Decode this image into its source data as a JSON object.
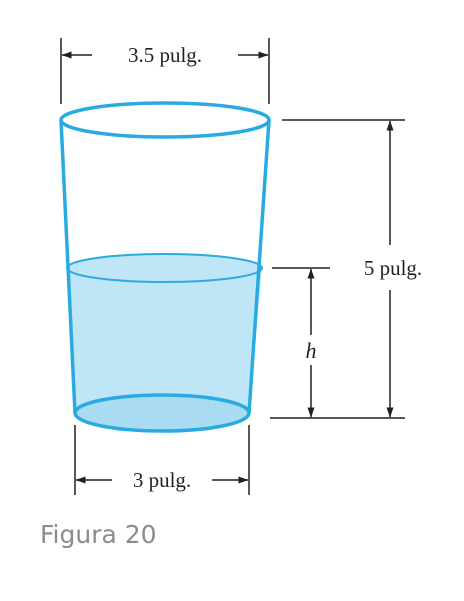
{
  "diagram": {
    "top_diameter_label": "3.5 pulg.",
    "bottom_diameter_label": "3 pulg.",
    "height_label": "5 pulg.",
    "water_height_label": "h",
    "colors": {
      "glass_outline": "#29abe2",
      "water_fill": "#bfe6f7",
      "dimension_lines": "#231f20"
    }
  },
  "caption": "Figura 20"
}
